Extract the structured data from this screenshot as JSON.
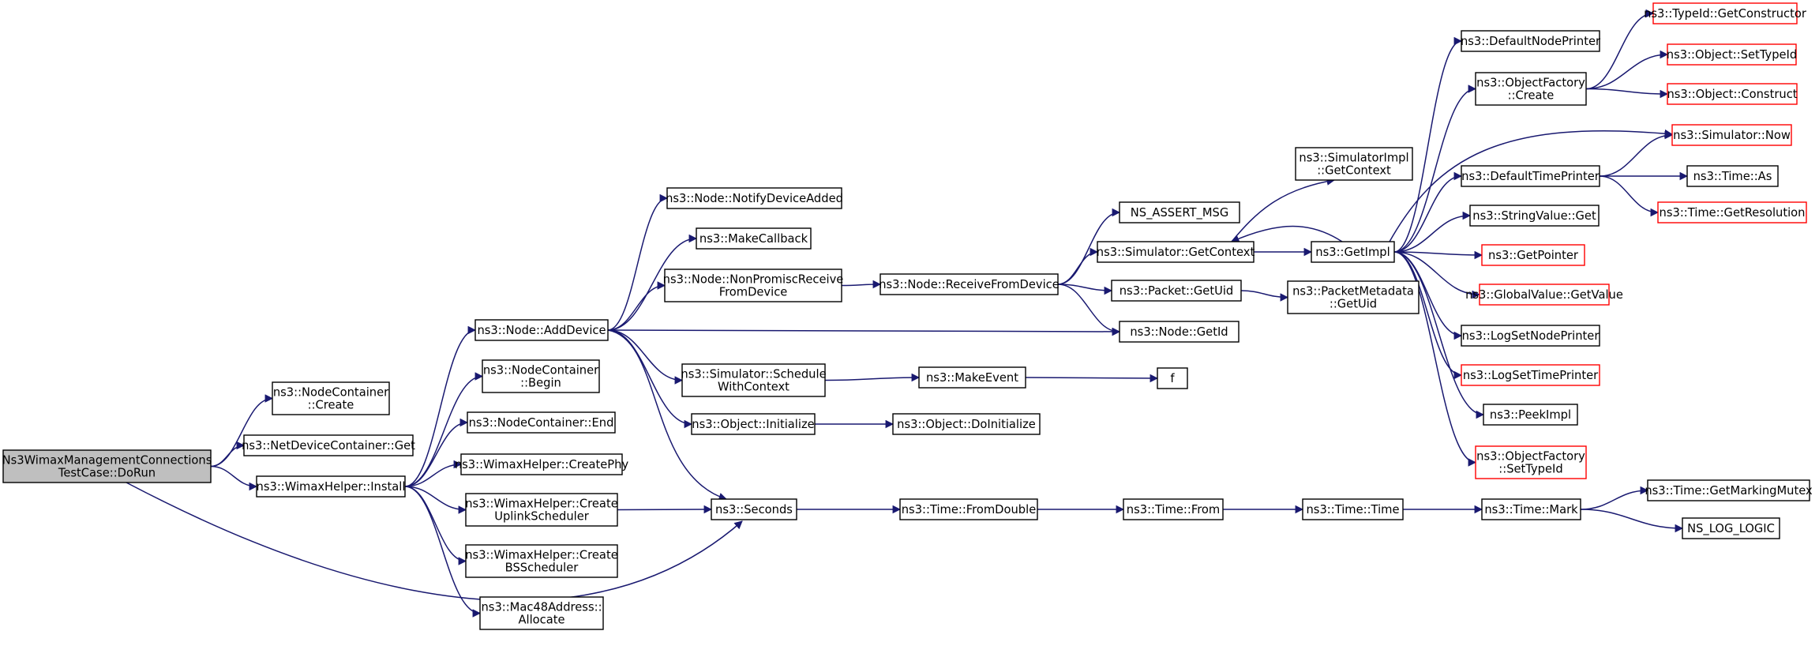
{
  "colors": {
    "edge": "#191970",
    "root_fill": "#bfbfbf",
    "truncated_border": "#ff0000",
    "node_border": "#000000"
  },
  "nodes": [
    {
      "id": "dorun",
      "lines": [
        "Ns3WimaxManagementConnections",
        "TestCase::DoRun"
      ],
      "style": "root"
    },
    {
      "id": "nc_create",
      "lines": [
        "ns3::NodeContainer",
        "::Create"
      ]
    },
    {
      "id": "ndc_get",
      "lines": [
        "ns3::NetDeviceContainer::Get"
      ]
    },
    {
      "id": "install",
      "lines": [
        "ns3::WimaxHelper::Install"
      ]
    },
    {
      "id": "adddevice",
      "lines": [
        "ns3::Node::AddDevice"
      ]
    },
    {
      "id": "nc_begin",
      "lines": [
        "ns3::NodeContainer",
        "::Begin"
      ]
    },
    {
      "id": "nc_end",
      "lines": [
        "ns3::NodeContainer::End"
      ]
    },
    {
      "id": "createphy",
      "lines": [
        "ns3::WimaxHelper::CreatePhy"
      ]
    },
    {
      "id": "createuplink",
      "lines": [
        "ns3::WimaxHelper::Create",
        "UplinkScheduler"
      ]
    },
    {
      "id": "createbs",
      "lines": [
        "ns3::WimaxHelper::Create",
        "BSScheduler"
      ]
    },
    {
      "id": "mac48",
      "lines": [
        "ns3::Mac48Address::",
        "Allocate"
      ]
    },
    {
      "id": "seconds",
      "lines": [
        "ns3::Seconds"
      ]
    },
    {
      "id": "notify",
      "lines": [
        "ns3::Node::NotifyDeviceAdded"
      ]
    },
    {
      "id": "makecallback",
      "lines": [
        "ns3::MakeCallback"
      ]
    },
    {
      "id": "nonpromisc",
      "lines": [
        "ns3::Node::NonPromiscReceive",
        "FromDevice"
      ]
    },
    {
      "id": "schedctx",
      "lines": [
        "ns3::Simulator::Schedule",
        "WithContext"
      ]
    },
    {
      "id": "objinit",
      "lines": [
        "ns3::Object::Initialize"
      ]
    },
    {
      "id": "receive",
      "lines": [
        "ns3::Node::ReceiveFromDevice"
      ]
    },
    {
      "id": "makeevent",
      "lines": [
        "ns3::MakeEvent"
      ]
    },
    {
      "id": "doinit",
      "lines": [
        "ns3::Object::DoInitialize"
      ]
    },
    {
      "id": "fromdouble",
      "lines": [
        "ns3::Time::FromDouble"
      ]
    },
    {
      "id": "assert",
      "lines": [
        "NS_ASSERT_MSG"
      ]
    },
    {
      "id": "getcontext",
      "lines": [
        "ns3::Simulator::GetContext"
      ]
    },
    {
      "id": "getuid",
      "lines": [
        "ns3::Packet::GetUid"
      ]
    },
    {
      "id": "getid",
      "lines": [
        "ns3::Node::GetId"
      ]
    },
    {
      "id": "f",
      "lines": [
        "f"
      ]
    },
    {
      "id": "timefrom",
      "lines": [
        "ns3::Time::From"
      ]
    },
    {
      "id": "implctx",
      "lines": [
        "ns3::SimulatorImpl",
        "::GetContext"
      ]
    },
    {
      "id": "getimpl",
      "lines": [
        "ns3::GetImpl"
      ]
    },
    {
      "id": "pmgetuid",
      "lines": [
        "ns3::PacketMetadata",
        "::GetUid"
      ]
    },
    {
      "id": "timetime",
      "lines": [
        "ns3::Time::Time"
      ]
    },
    {
      "id": "dnp",
      "lines": [
        "ns3::DefaultNodePrinter"
      ]
    },
    {
      "id": "ofcreate",
      "lines": [
        "ns3::ObjectFactory",
        "::Create"
      ]
    },
    {
      "id": "dtp",
      "lines": [
        "ns3::DefaultTimePrinter"
      ]
    },
    {
      "id": "strget",
      "lines": [
        "ns3::StringValue::Get"
      ]
    },
    {
      "id": "getpointer",
      "lines": [
        "ns3::GetPointer"
      ],
      "style": "red"
    },
    {
      "id": "gvget",
      "lines": [
        "ns3::GlobalValue::GetValue"
      ],
      "style": "red"
    },
    {
      "id": "lsnp",
      "lines": [
        "ns3::LogSetNodePrinter"
      ]
    },
    {
      "id": "lstp",
      "lines": [
        "ns3::LogSetTimePrinter"
      ],
      "style": "red"
    },
    {
      "id": "peekimpl",
      "lines": [
        "ns3::PeekImpl"
      ]
    },
    {
      "id": "ofsettype",
      "lines": [
        "ns3::ObjectFactory",
        "::SetTypeId"
      ],
      "style": "red"
    },
    {
      "id": "mark",
      "lines": [
        "ns3::Time::Mark"
      ]
    },
    {
      "id": "tidctor",
      "lines": [
        "ns3::TypeId::GetConstructor"
      ],
      "style": "red"
    },
    {
      "id": "objsettype",
      "lines": [
        "ns3::Object::SetTypeId"
      ],
      "style": "red"
    },
    {
      "id": "objconstruct",
      "lines": [
        "ns3::Object::Construct"
      ],
      "style": "red"
    },
    {
      "id": "simnow",
      "lines": [
        "ns3::Simulator::Now"
      ],
      "style": "red"
    },
    {
      "id": "timeas",
      "lines": [
        "ns3::Time::As"
      ]
    },
    {
      "id": "getres",
      "lines": [
        "ns3::Time::GetResolution"
      ],
      "style": "red"
    },
    {
      "id": "markmutex",
      "lines": [
        "ns3::Time::GetMarkingMutex"
      ]
    },
    {
      "id": "loglogic",
      "lines": [
        "NS_LOG_LOGIC"
      ]
    }
  ],
  "edges": [
    [
      "dorun",
      "nc_create"
    ],
    [
      "dorun",
      "ndc_get"
    ],
    [
      "dorun",
      "install"
    ],
    [
      "dorun",
      "seconds"
    ],
    [
      "install",
      "adddevice"
    ],
    [
      "install",
      "nc_begin"
    ],
    [
      "install",
      "nc_end"
    ],
    [
      "install",
      "createphy"
    ],
    [
      "install",
      "createuplink"
    ],
    [
      "install",
      "createbs"
    ],
    [
      "install",
      "mac48"
    ],
    [
      "adddevice",
      "notify"
    ],
    [
      "adddevice",
      "makecallback"
    ],
    [
      "adddevice",
      "nonpromisc"
    ],
    [
      "adddevice",
      "getid"
    ],
    [
      "adddevice",
      "schedctx"
    ],
    [
      "adddevice",
      "objinit"
    ],
    [
      "adddevice",
      "seconds"
    ],
    [
      "createuplink",
      "seconds"
    ],
    [
      "nonpromisc",
      "receive"
    ],
    [
      "receive",
      "assert"
    ],
    [
      "receive",
      "getcontext"
    ],
    [
      "receive",
      "getuid"
    ],
    [
      "receive",
      "getid"
    ],
    [
      "schedctx",
      "makeevent"
    ],
    [
      "makeevent",
      "f"
    ],
    [
      "objinit",
      "doinit"
    ],
    [
      "seconds",
      "fromdouble"
    ],
    [
      "fromdouble",
      "timefrom"
    ],
    [
      "timefrom",
      "timetime"
    ],
    [
      "timetime",
      "mark"
    ],
    [
      "mark",
      "markmutex"
    ],
    [
      "mark",
      "loglogic"
    ],
    [
      "getcontext",
      "implctx"
    ],
    [
      "getcontext",
      "getimpl"
    ],
    [
      "getuid",
      "pmgetuid"
    ],
    [
      "getimpl",
      "dnp"
    ],
    [
      "getimpl",
      "ofcreate"
    ],
    [
      "getimpl",
      "dtp"
    ],
    [
      "getimpl",
      "strget"
    ],
    [
      "getimpl",
      "getpointer"
    ],
    [
      "getimpl",
      "gvget"
    ],
    [
      "getimpl",
      "lsnp"
    ],
    [
      "getimpl",
      "lstp"
    ],
    [
      "getimpl",
      "peekimpl"
    ],
    [
      "getimpl",
      "ofsettype"
    ],
    [
      "getimpl",
      "getcontext"
    ],
    [
      "getimpl",
      "simnow"
    ],
    [
      "ofcreate",
      "tidctor"
    ],
    [
      "ofcreate",
      "objsettype"
    ],
    [
      "ofcreate",
      "objconstruct"
    ],
    [
      "dtp",
      "simnow"
    ],
    [
      "dtp",
      "timeas"
    ],
    [
      "dtp",
      "getres"
    ]
  ]
}
